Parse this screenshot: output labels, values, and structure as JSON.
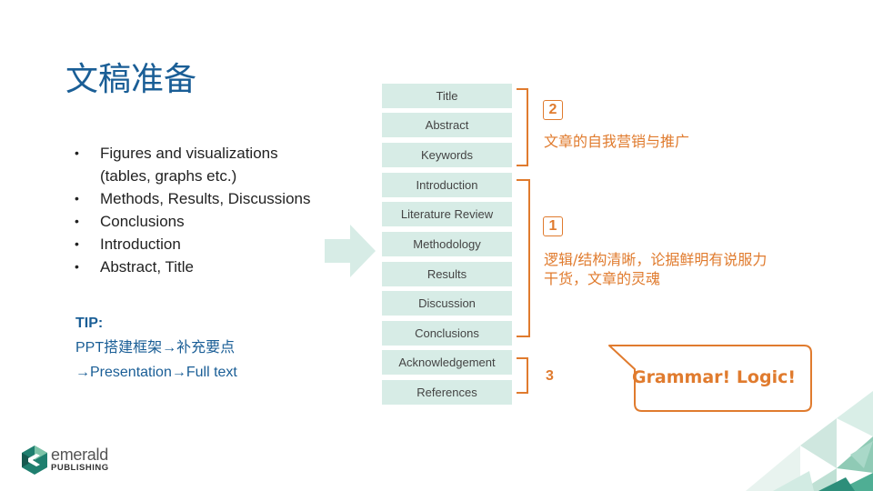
{
  "page": {
    "title": "文稿准备"
  },
  "bullets": [
    {
      "text": "Figures and visualizations (tables, graphs etc.)"
    },
    {
      "text": "Methods, Results, Discussions"
    },
    {
      "text": "Conclusions"
    },
    {
      "text": "Introduction"
    },
    {
      "text": "Abstract, Title"
    }
  ],
  "tip": {
    "heading": "TIP:",
    "line1": "PPT搭建框架→补充要点",
    "line2": "→Presentation→Full text"
  },
  "sections": [
    "Title",
    "Abstract",
    "Keywords",
    "Introduction",
    "Literature Review",
    "Methodology",
    "Results",
    "Discussion",
    "Conclusions",
    "Acknowledgement",
    "References"
  ],
  "groups": {
    "g2": {
      "num": "2",
      "desc": "文章的自我营销与推广"
    },
    "g1": {
      "num": "1",
      "desc_line1": "逻辑/结构清晰，论据鲜明有说服力",
      "desc_line2": "干货，文章的灵魂"
    },
    "g3": {
      "num": "3"
    }
  },
  "callout": {
    "text": "Grammar! Logic!"
  },
  "logo": {
    "top": "emerald",
    "bottom": "PUBLISHING"
  },
  "colors": {
    "title": "#1a5e96",
    "accent": "#e07b2e",
    "section_bg": "#d7ece6"
  }
}
